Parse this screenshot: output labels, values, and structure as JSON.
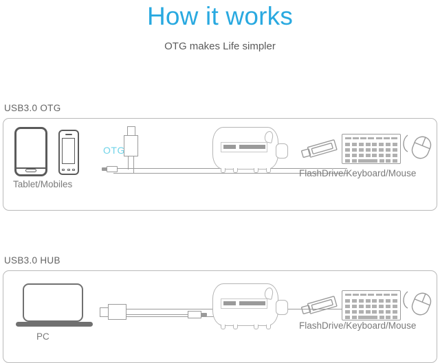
{
  "header": {
    "title": "How it works",
    "subtitle": "OTG makes Life simpler",
    "title_color": "#29a9e0",
    "subtitle_color": "#5a5a5a"
  },
  "sections": [
    {
      "id": "otg",
      "label": "USB3.0  OTG",
      "cable_badge": "OTG",
      "cable_badge_color": "#6fd3e8",
      "source_caption": "Tablet/Mobiles",
      "source_icons": [
        "tablet-icon",
        "smartphone-icon"
      ],
      "hub_icon": "usb-hub-icon",
      "peripherals_caption": "FlashDrive/Keyboard/Mouse",
      "peripheral_icons": [
        "flashdrive-icon",
        "keyboard-icon",
        "mouse-icon"
      ]
    },
    {
      "id": "hub",
      "label": "USB3.0  HUB",
      "cable_badge": "",
      "cable_badge_color": "#6fd3e8",
      "source_caption": "PC",
      "source_icons": [
        "laptop-icon"
      ],
      "hub_icon": "usb-hub-icon",
      "peripherals_caption": "FlashDrive/Keyboard/Mouse",
      "peripheral_icons": [
        "flashdrive-icon",
        "keyboard-icon",
        "mouse-icon"
      ]
    }
  ],
  "colors": {
    "panel_border": "#b9b9b9",
    "device_outline_dark": "#5a5a5a",
    "device_outline_light": "#9a9a9a",
    "hub_outline": "#b5b5b5",
    "caption_text": "#7a7a7a",
    "section_label_text": "#636363"
  }
}
